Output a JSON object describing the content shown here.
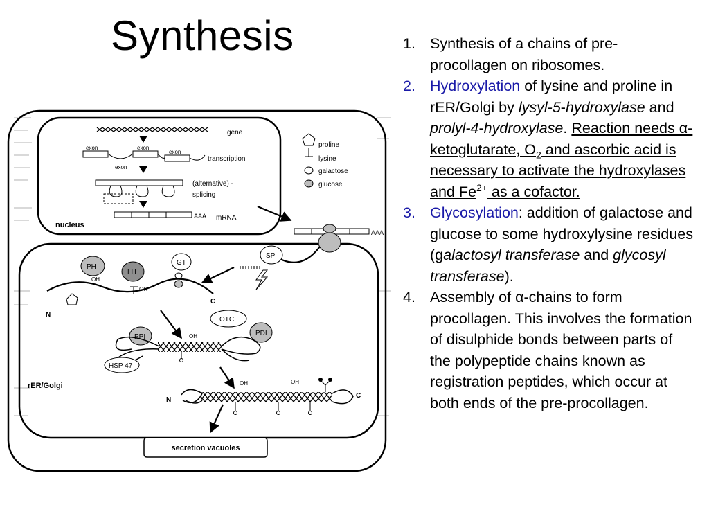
{
  "title": "Synthesis",
  "steps": [
    {
      "num": "1.",
      "text": "Synthesis of a chains of pre-procollagen on ribosomes."
    },
    {
      "num": "2.",
      "highlight": "Hydroxylation",
      "t1": " of lysine and proline in rER/Golgi by ",
      "i1": "lysyl-5",
      "t2": "-",
      "i2": "hydroxylase",
      "t3": " and ",
      "i3": "prolyl-4",
      "t4": "-",
      "i4": "hydroxylase",
      "t5": ". ",
      "u1": "Reaction needs α-ketoglutarate, O",
      "sub": "2",
      "u2": " and ascorbic acid is necessary to activate the hydroxylases and Fe",
      "sup": "2+",
      "u3": " as a cofactor."
    },
    {
      "num": "3.",
      "highlight": "Glycosylation",
      "t1": ": addition of galactose and glucose to some hydroxylysine residues (g",
      "i1": "alactosyl transferase",
      "t2": " and ",
      "i2": "glycosyl transferase",
      "t3": ")."
    },
    {
      "num": "4.",
      "text": "Assembly of α-chains to form procollagen. This involves the formation of disulphide bonds between parts of the polypeptide chains known as registration peptides, which occur at both ends of the pre-procollagen."
    }
  ],
  "colors": {
    "highlight": "#1a1aa8",
    "text": "#000000",
    "figure_gray": "#bdbdbd"
  },
  "figure": {
    "gene": "gene",
    "exon_a": "exon",
    "exon_b": "exon",
    "exon_c": "exon",
    "exon_d": "exon",
    "transcription": "transcription",
    "splicing_1": "(alternative) -",
    "splicing_2": "splicing",
    "aaa_1": "AAA",
    "mrna": "mRNA",
    "nucleus": "nucleus",
    "legend": {
      "proline": "proline",
      "lysine": "lysine",
      "galactose": "galactose",
      "glucose": "glucose"
    },
    "aaa_2": "AAA",
    "ph": "PH",
    "lh": "LH",
    "gt": "GT",
    "sp": "SP",
    "oh_1": "OH",
    "oh_2": "OH",
    "n_1": "N",
    "c_1": "C",
    "otc": "OTC",
    "ppi": "PPI",
    "pdi": "PDI",
    "oh_3": "OH",
    "hsp47": "HSP 47",
    "rer_golgi": "rER/Golgi",
    "oh_4": "OH",
    "oh_5": "OH",
    "n_2": "N",
    "c_2": "C",
    "secretion": "secretion vacuoles"
  }
}
